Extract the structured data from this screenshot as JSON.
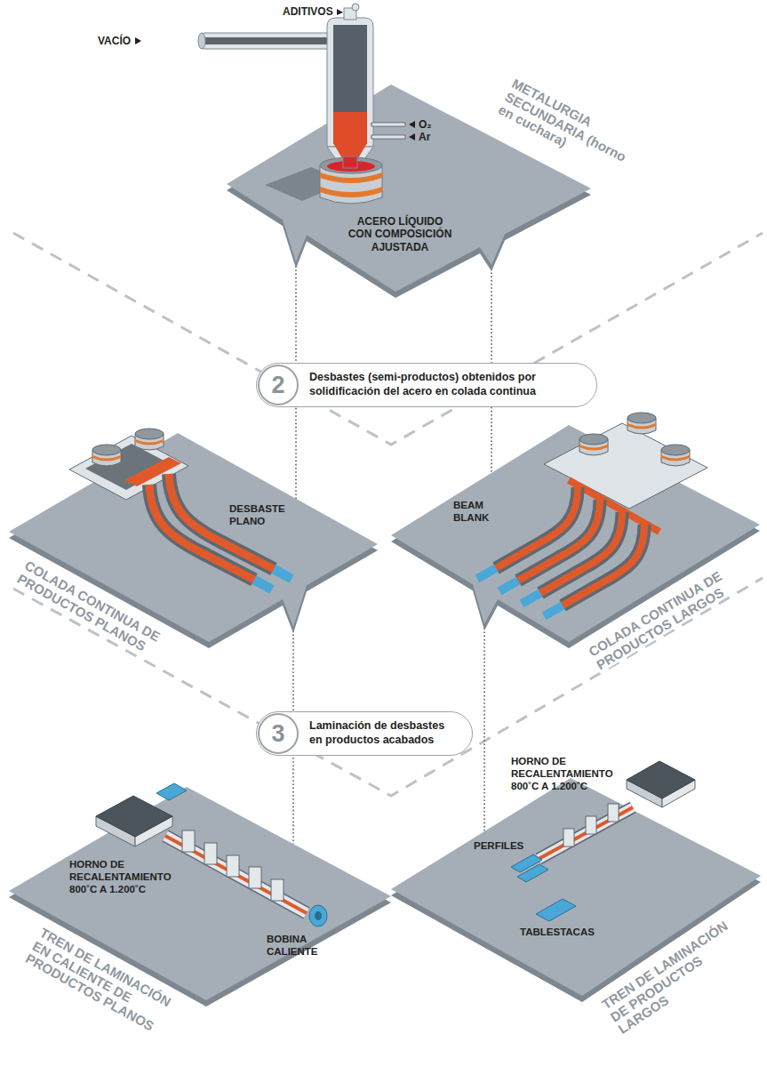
{
  "diagram": {
    "nodes": [
      {
        "text": [
          "ACERO LÍQUIDO CON COMPOSICIÓN AJUSTADA",
          "METALURGIA SECUNDARIA (horno en cuchara)"
        ]
      },
      {
        "text": [
          "2",
          "Desbastes (semi-productos) obtenidos por solidificación del acero en colada continua"
        ]
      },
      {
        "text": [
          "DESBASTE PLANO",
          "COLADA CONTINUA DE PRODUCTOS PLANOS"
        ]
      },
      {
        "text": [
          "BEAM BLANK",
          "COLADA CONTINUA DE PRODUCTOS LARGOS"
        ]
      },
      {
        "text": [
          "3",
          "Laminación de desbastes en productos acabados"
        ]
      },
      {
        "text": [
          "HORNO DE RECALENTAMIENTO 800˚C A 1.200˚C",
          "BOBINA CALIENTE",
          "TREN DE LAMINACIÓN EN CALIENTE DE PRODUCTOS PLANOS"
        ]
      },
      {
        "text": [
          "HORNO DE RECALENTAMIENTO 800˚C A 1.200˚C",
          "PERFILES",
          "TABLESTACAS",
          "TREN DE LAMINACIÓN DE PRODUCTOS LARGOS"
        ]
      }
    ],
    "edges": [
      {
        "from": 0,
        "to": 2,
        "arrow": "none"
      },
      {
        "from": 0,
        "to": 3,
        "arrow": "none"
      },
      {
        "from": 2,
        "to": 5,
        "arrow": "none"
      },
      {
        "from": 3,
        "to": 6,
        "arrow": "none"
      }
    ],
    "labels": [
      "ADITIVOS",
      "VACÍO",
      "O₂",
      "Ar"
    ]
  }
}
